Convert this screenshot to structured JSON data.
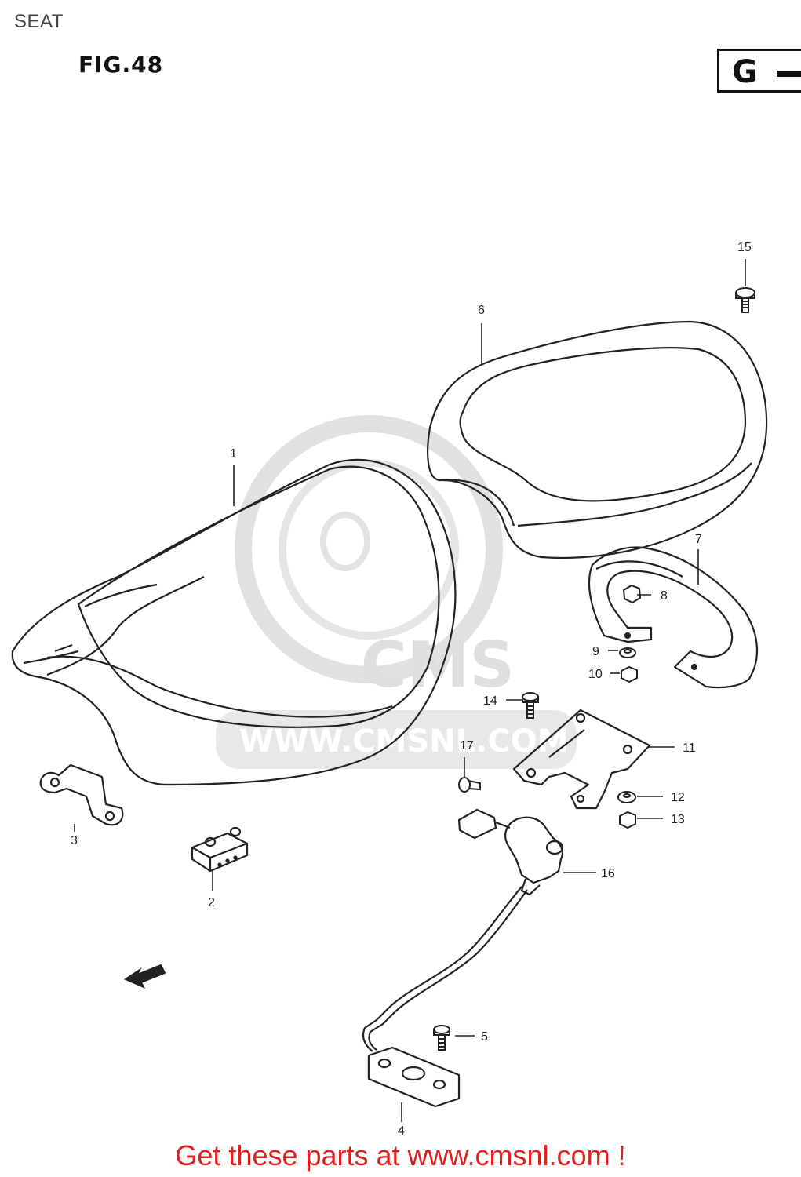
{
  "header": {
    "page_title": "SEAT",
    "figure_label": "FIG.48",
    "corner_code": "G"
  },
  "watermark": {
    "brand": "CMS",
    "url": "WWW.CMSNL.COM"
  },
  "callouts": [
    "1",
    "2",
    "3",
    "4",
    "5",
    "6",
    "7",
    "8",
    "9",
    "10",
    "11",
    "12",
    "13",
    "14",
    "15",
    "16",
    "17"
  ],
  "footer": {
    "promo_text": "Get these parts at www.cmsnl.com !",
    "promo_color": "#e02020"
  }
}
